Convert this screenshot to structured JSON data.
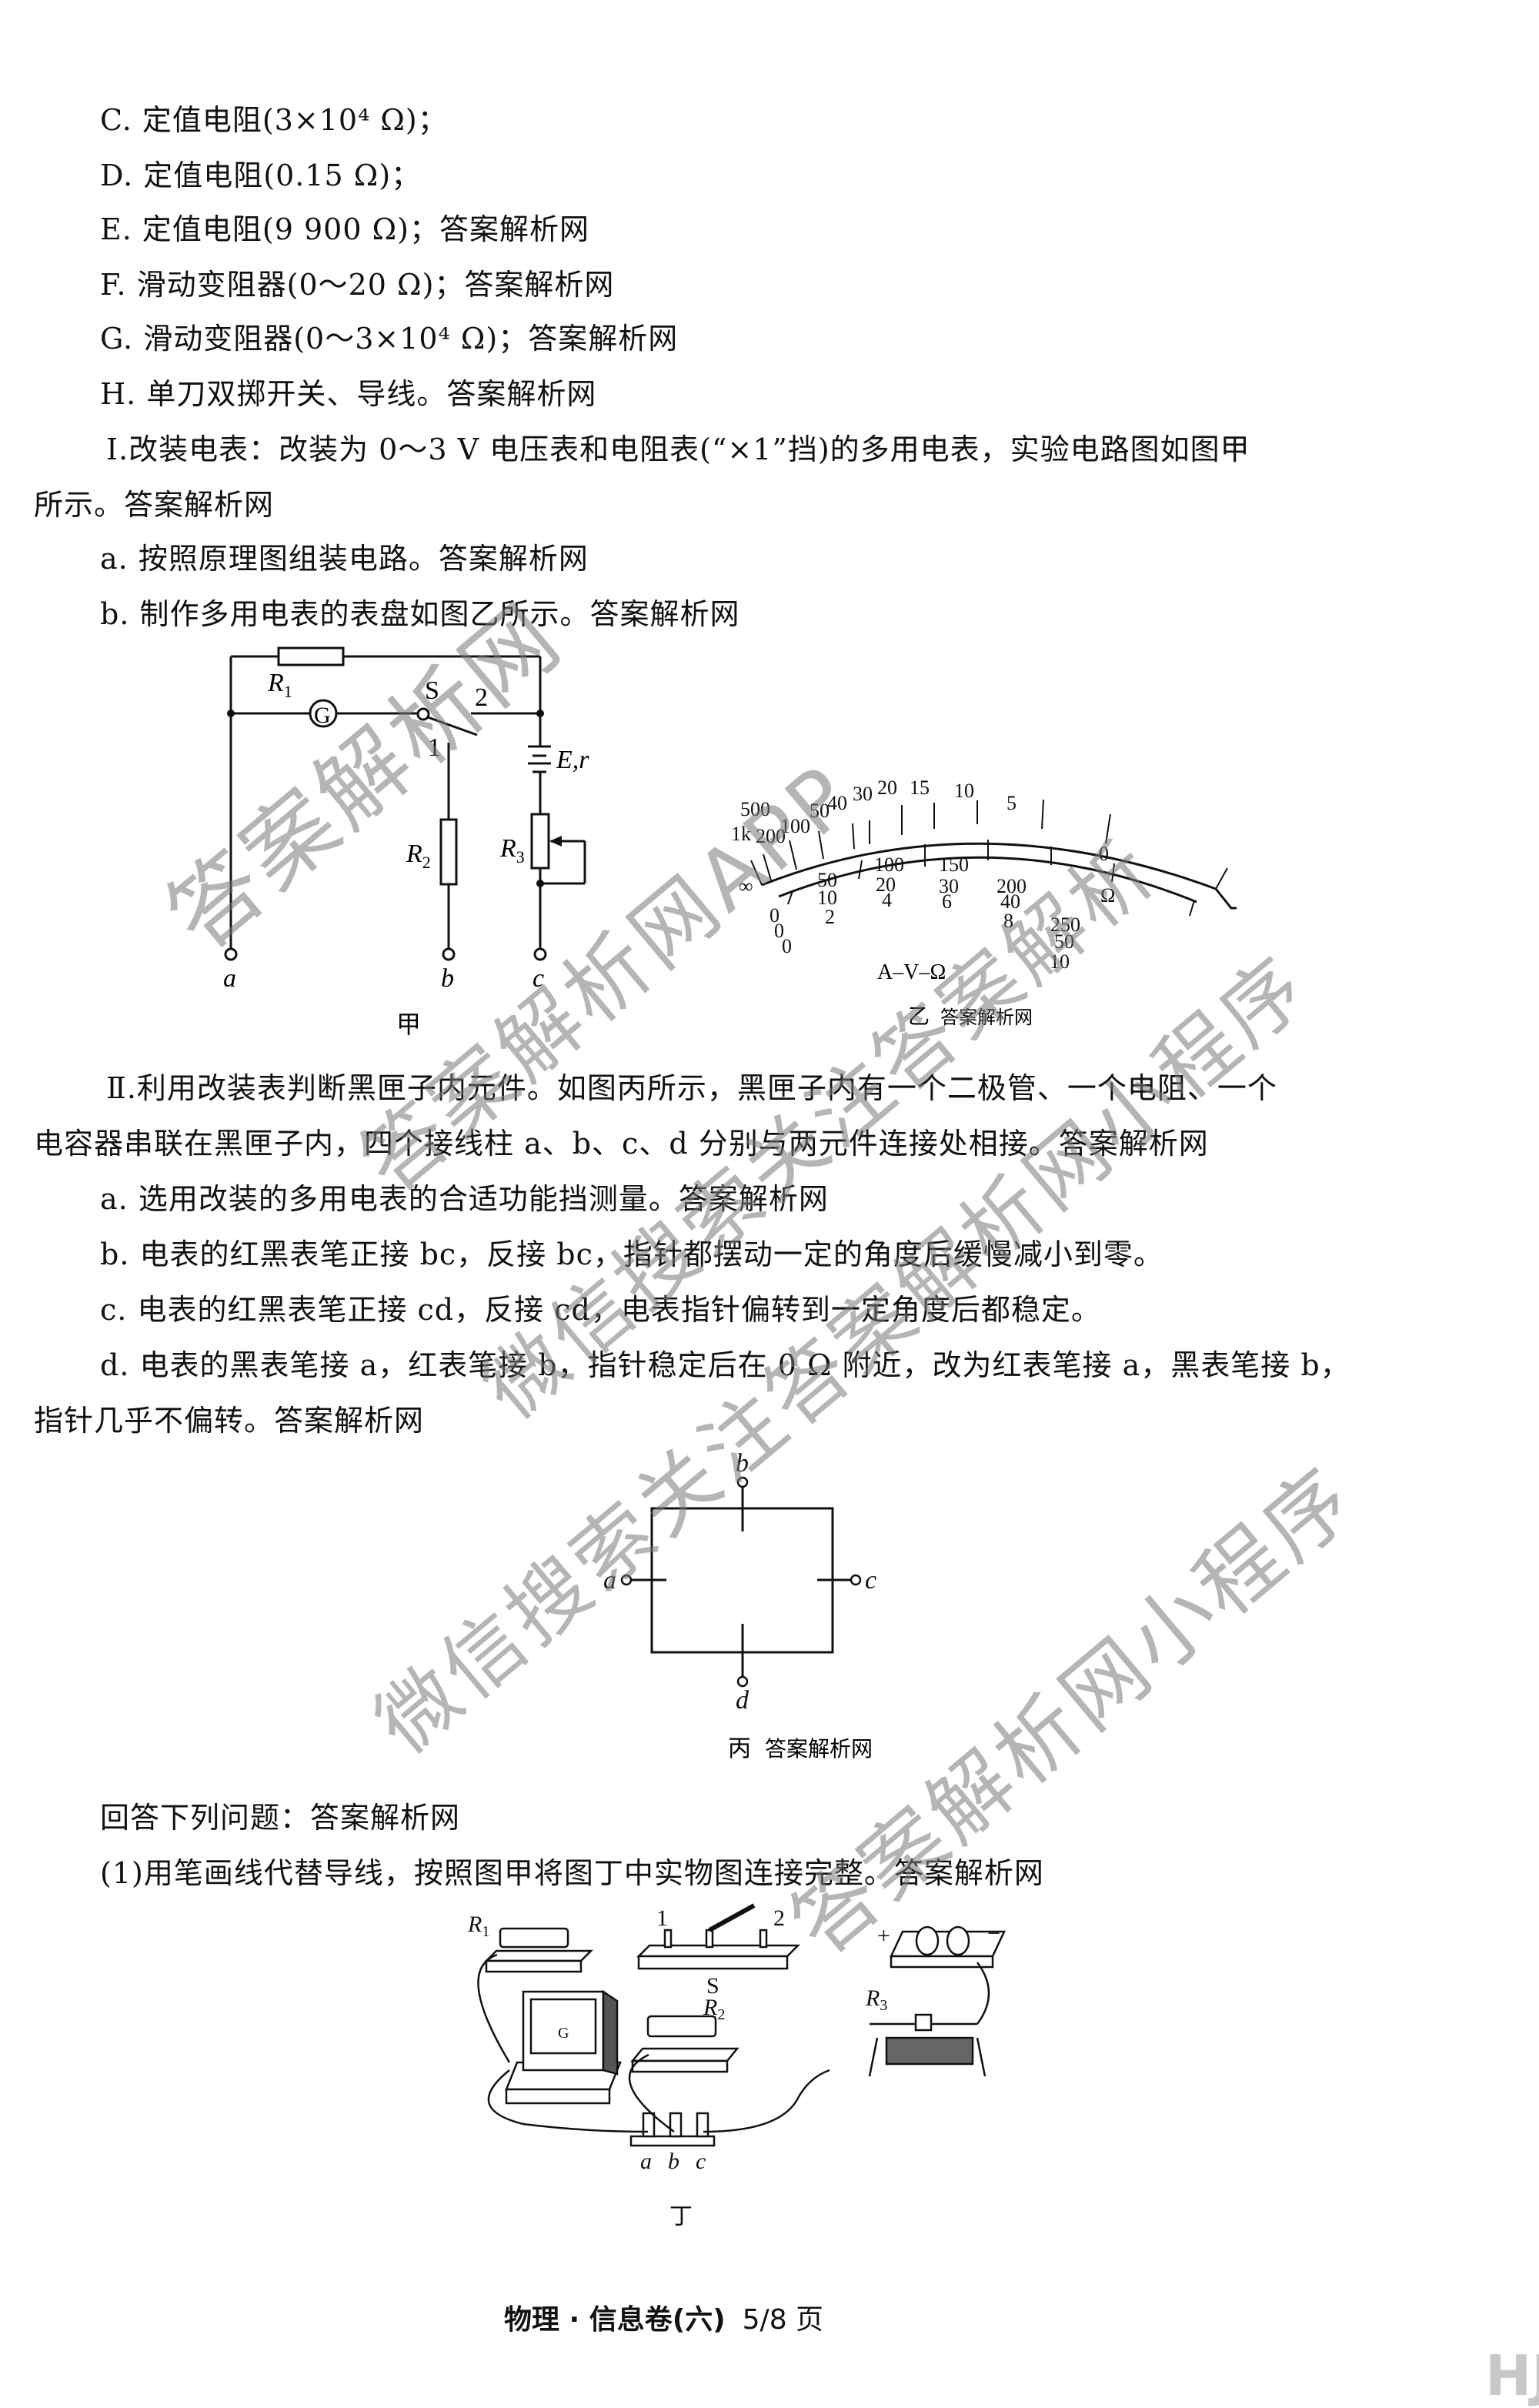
{
  "equipment": [
    {
      "label": "C.",
      "text": "定值电阻(3×10⁴ Ω)；",
      "suffix": ""
    },
    {
      "label": "D.",
      "text": "定值电阻(0.15 Ω)；",
      "suffix": ""
    },
    {
      "label": "E.",
      "text": "定值电阻(9 900 Ω)；",
      "suffix": "答案解析网"
    },
    {
      "label": "F.",
      "text": "滑动变阻器(0～20 Ω)；",
      "suffix": "答案解析网"
    },
    {
      "label": "G.",
      "text": "滑动变阻器(0～3×10⁴ Ω)；",
      "suffix": "答案解析网"
    },
    {
      "label": "H.",
      "text": "单刀双掷开关、导线。",
      "suffix": "答案解析网"
    }
  ],
  "part1": {
    "heading_line1": "Ⅰ.改装电表：改装为 0～3 V 电压表和电阻表(“×1”挡)的多用电表，实验电路图如图甲",
    "heading_line2": "所示。答案解析网",
    "step_a": "a. 按照原理图组装电路。答案解析网",
    "step_b": "b. 制作多用电表的表盘如图乙所示。答案解析网"
  },
  "figure_jia": {
    "caption": "甲",
    "labels": {
      "r1": "R",
      "r1_sub": "1",
      "g": "G",
      "s": "S",
      "pos1": "1",
      "pos2": "2",
      "battery": "E,r",
      "r2": "R",
      "r2_sub": "2",
      "r3": "R",
      "r3_sub": "3",
      "a": "a",
      "b": "b",
      "c": "c"
    }
  },
  "figure_yi": {
    "caption": "乙",
    "caption_suffix": "答案解析网",
    "dial_label": "A–V–Ω",
    "ohm_scale": [
      "∞",
      "1k",
      "500",
      "200",
      "100",
      "50",
      "40",
      "30",
      "20",
      "15",
      "10",
      "5",
      "0"
    ],
    "ohm_unit": "Ω",
    "scale_250": [
      "0",
      "50",
      "100",
      "150",
      "200",
      "250"
    ],
    "scale_50": [
      "0",
      "10",
      "20",
      "30",
      "40",
      "50"
    ],
    "scale_10": [
      "0",
      "2",
      "4",
      "6",
      "8",
      "10"
    ]
  },
  "part2": {
    "heading_line1": "Ⅱ.利用改装表判断黑匣子内元件。如图丙所示，黑匣子内有一个二极管、一个电阻、一个",
    "heading_line2": "电容器串联在黑匣子内，四个接线柱 a、b、c、d 分别与两元件连接处相接。答案解析网",
    "step_a": "a. 选用改装的多用电表的合适功能挡测量。答案解析网",
    "step_b": "b. 电表的红黑表笔正接 bc，反接 bc，指针都摆动一定的角度后缓慢减小到零。",
    "step_c": "c. 电表的红黑表笔正接 cd，反接 cd，电表指针偏转到一定角度后都稳定。",
    "step_d_line1": "d. 电表的黑表笔接 a，红表笔接 b，指针稳定后在 0 Ω 附近，改为红表笔接 a，黑表笔接 b，",
    "step_d_line2": "指针几乎不偏转。答案解析网"
  },
  "figure_bing": {
    "caption": "丙",
    "caption_suffix": "答案解析网",
    "terminals": {
      "a": "a",
      "b": "b",
      "c": "c",
      "d": "d"
    }
  },
  "questions": {
    "intro": "回答下列问题：答案解析网",
    "q1": "(1)用笔画线代替导线，按照图甲将图丁中实物图连接完整。答案解析网"
  },
  "figure_ding": {
    "caption": "丁",
    "labels": {
      "r1": "R",
      "r1_sub": "1",
      "r2": "R",
      "r2_sub": "2",
      "r3": "R",
      "r3_sub": "3",
      "s": "S",
      "pos1": "1",
      "pos2": "2",
      "plus": "+",
      "minus": "−",
      "g": "G",
      "a": "a",
      "b": "b",
      "c": "c"
    }
  },
  "watermarks": [
    "答案解析网",
    "答案解析网APP",
    "微信搜索关注答案解析",
    "微信搜索关注答案解析网小程序",
    "答案解析网小程序"
  ],
  "footer": {
    "title": "物理 · 信息卷(六)",
    "page": "5/8 页",
    "corner": "HJ"
  }
}
